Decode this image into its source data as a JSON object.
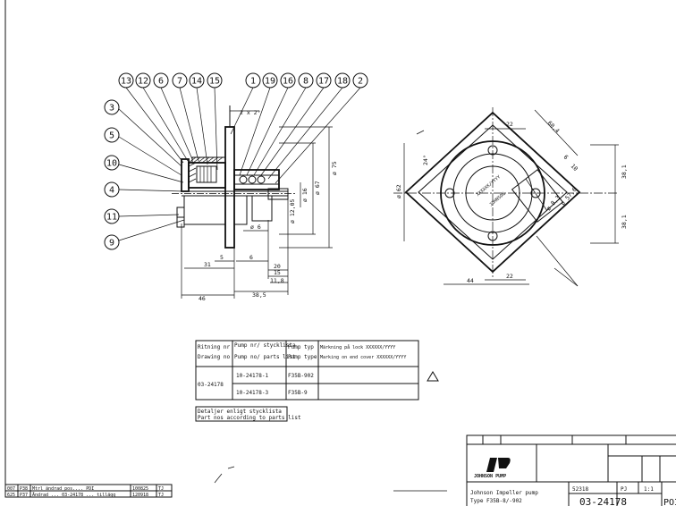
{
  "balloons_top": [
    "13",
    "12",
    "6",
    "7",
    "14",
    "15",
    "1",
    "19",
    "16",
    "8",
    "17",
    "18",
    "2"
  ],
  "balloons_left": [
    "3",
    "5",
    "10",
    "4",
    "11",
    "9"
  ],
  "dims_side": {
    "top": "2 x 2°",
    "d75": "ø 75",
    "d67": "ø 67",
    "d16": "ø 16",
    "d12": "ø 12,05",
    "d6": "ø 6",
    "s5": "5",
    "s6": "6",
    "s31": "31",
    "s20": "20",
    "s15": "15",
    "s11": "11,8",
    "s46": "46",
    "s38": "38,5"
  },
  "dims_front": {
    "d62": "ø 62",
    "a24": "24°",
    "r60": "60,4",
    "w22t": "22",
    "w22b": "22",
    "w44": "44",
    "h38t": "38,1",
    "h38b": "38,1",
    "s6a": "6",
    "s10": "10",
    "d57": "ø 57,6",
    "d83": "ø 8,3"
  },
  "parts_table": {
    "headers": [
      [
        "Ritning nr",
        "Drawing no"
      ],
      [
        "Pump nr/ stycklista",
        "Pump no/ parts list"
      ],
      [
        "Pump typ",
        "Pump type"
      ],
      [
        "Märkning på lock XXXXXX/YYYY",
        "Marking on end cover XXXXXX/YYYY"
      ]
    ],
    "drawing_no": "03-24178",
    "rows": [
      {
        "pump_no": "10-24178-1",
        "pump_type": "F35B-902"
      },
      {
        "pump_no": "10-24178-3",
        "pump_type": "F35B-9"
      }
    ]
  },
  "note": [
    "Detaljer enligt stycklista",
    "Part nos according to parts list"
  ],
  "revisions": [
    {
      "id": "007",
      "code": "P38",
      "text": "Mtrl ändrad pos.... PDI",
      "date": "100825",
      "sign": "TJ"
    },
    {
      "id": "625",
      "code": "P37",
      "text": "Ändrad ... 03-24178 ... tillägg",
      "date": "120918",
      "sign": "TJ"
    }
  ],
  "title_block": {
    "logo": "JOHNSON PUMP",
    "desc1": "Johnson Impeller pump",
    "desc2": "Type F35B-8/-902",
    "scale": "1:1",
    "ref": "52318",
    "sign": "PJ",
    "drawing_no": "03-24178",
    "tail": "POI"
  }
}
